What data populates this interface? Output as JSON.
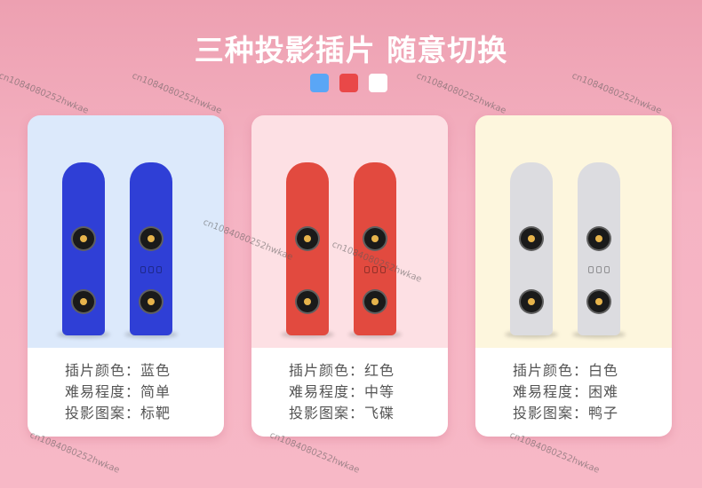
{
  "title": "三种投影插片 随意切换",
  "swatches": [
    "#5aa6f6",
    "#e94848",
    "#ffffff"
  ],
  "cards": [
    {
      "bg": "#dce9fb",
      "slab": "#2f3fd6",
      "lines": [
        "插片颜色：蓝色",
        "难易程度：简单",
        "投影图案：标靶"
      ]
    },
    {
      "bg": "#fde0e4",
      "slab": "#e24a3f",
      "lines": [
        "插片颜色：红色",
        "难易程度：中等",
        "投影图案：飞碟"
      ]
    },
    {
      "bg": "#fdf6dd",
      "slab": "#dcdce0",
      "lines": [
        "插片颜色：白色",
        "难易程度：困难",
        "投影图案：鸭子"
      ]
    }
  ],
  "watermark": "cn1084080252hwkae"
}
